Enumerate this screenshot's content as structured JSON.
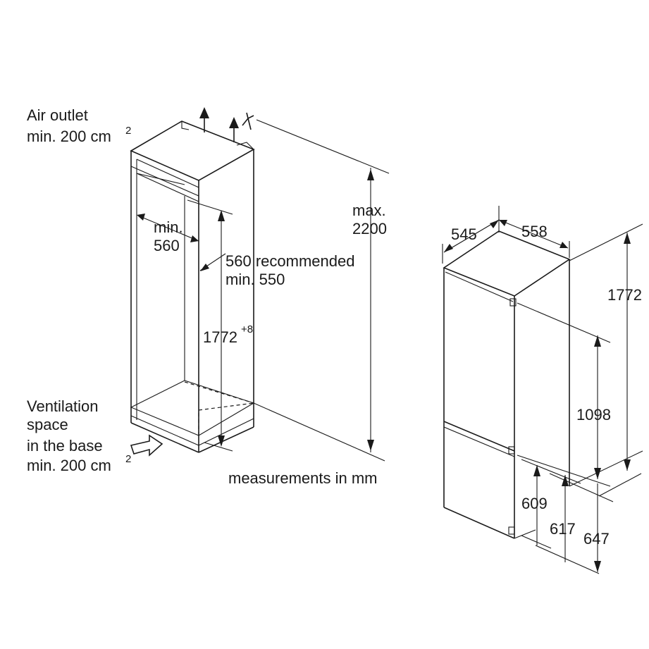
{
  "labels": {
    "air_outlet_1": "Air outlet",
    "air_outlet_2": "min. 200 cm",
    "air_outlet_sup": "2",
    "min_560_a": "min.",
    "min_560_b": "560",
    "rec_560": "560 recommended",
    "min_550": "min. 550",
    "niche_height": "1772",
    "niche_height_sup": "+8",
    "max_2200_a": "max.",
    "max_2200_b": "2200",
    "vent_1": "Ventilation",
    "vent_2": "space",
    "vent_3": "in the base",
    "vent_4": "min. 200 cm",
    "vent_sup": "2",
    "measurements": "measurements in mm",
    "depth": "545",
    "width": "558",
    "height_1772": "1772",
    "height_1098": "1098",
    "height_609": "609",
    "height_617": "617",
    "height_647": "647"
  }
}
